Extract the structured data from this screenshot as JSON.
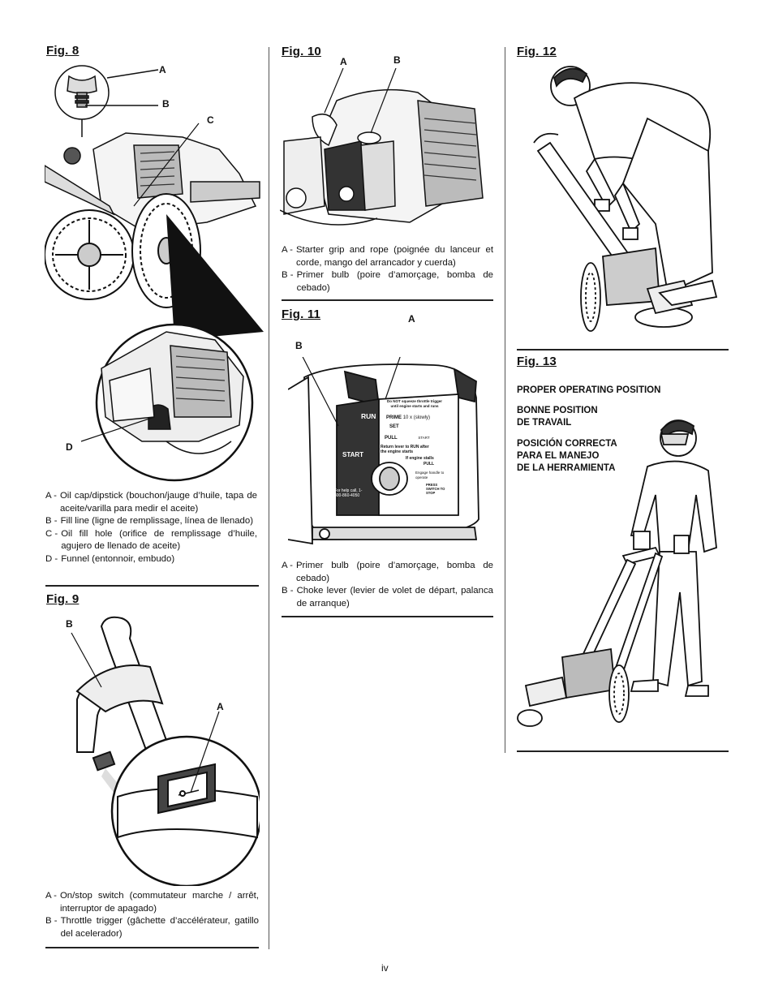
{
  "page_number": "iv",
  "fig8": {
    "title": "Fig. 8",
    "callouts": {
      "a": "A",
      "b": "B",
      "c": "C",
      "d": "D"
    },
    "legend": [
      {
        "key": "A -",
        "text": "Oil cap/dipstick (bouchon/jauge d’huile, tapa de aceite/varilla para medir el aceite)"
      },
      {
        "key": "B -",
        "text": "Fill line (ligne de remplissage, línea de llenado)"
      },
      {
        "key": "C -",
        "text": "Oil fill hole (orifice de remplissage d’huile, agujero de llenado de aceite)"
      },
      {
        "key": "D -",
        "text": "Funnel (entonnoir, embudo)"
      }
    ]
  },
  "fig9": {
    "title": "Fig. 9",
    "callouts": {
      "a": "A",
      "b": "B"
    },
    "legend": [
      {
        "key": "A -",
        "text": "On/stop switch (commutateur marche / arrêt, interruptor de apagado)"
      },
      {
        "key": "B -",
        "text": "Throttle trigger (gâchette d’accélérateur, gatillo del acelerador)"
      }
    ]
  },
  "fig10": {
    "title": "Fig. 10",
    "callouts": {
      "a": "A",
      "b": "B"
    },
    "legend": [
      {
        "key": "A -",
        "text": "Starter grip and rope (poignée du lanceur et corde, mango del arrancador y cuerda)"
      },
      {
        "key": "B -",
        "text": "Primer bulb (poire d’amorçage, bomba de cebado)"
      }
    ]
  },
  "fig11": {
    "title": "Fig. 11",
    "callouts": {
      "a": "A",
      "b": "B"
    },
    "label": {
      "run": "RUN",
      "start": "START",
      "header": "Do NOT squeeze throttle trigger until engine starts and runs",
      "step1": "PRIME",
      "step1_detail": "10 x (slowly)",
      "step2": "SET",
      "step3": "PULL",
      "step3_detail": "START",
      "step4": "Return lever to RUN after the engine starts",
      "step5": "If engine stalls",
      "step5_detail": "PULL",
      "engage": "Engage handle to operate",
      "press": "PRESS SWITCH TO STOP",
      "help": "For help call, 1-800-860-4050"
    },
    "legend": [
      {
        "key": "A -",
        "text": "Primer bulb (poire d’amorçage, bomba de cebado)"
      },
      {
        "key": "B -",
        "text": "Choke lever (levier de volet de départ, palanca de arranque)"
      }
    ]
  },
  "fig12": {
    "title": "Fig. 12"
  },
  "fig13": {
    "title": "Fig. 13",
    "en": "PROPER OPERATING POSITION",
    "fr_line1": "BONNE POSITION",
    "fr_line2": "DE TRAVAIL",
    "es_line1": "POSICIÓN CORRECTA",
    "es_line2": "PARA EL MANEJO",
    "es_line3": "DE LA HERRAMIENTA"
  }
}
